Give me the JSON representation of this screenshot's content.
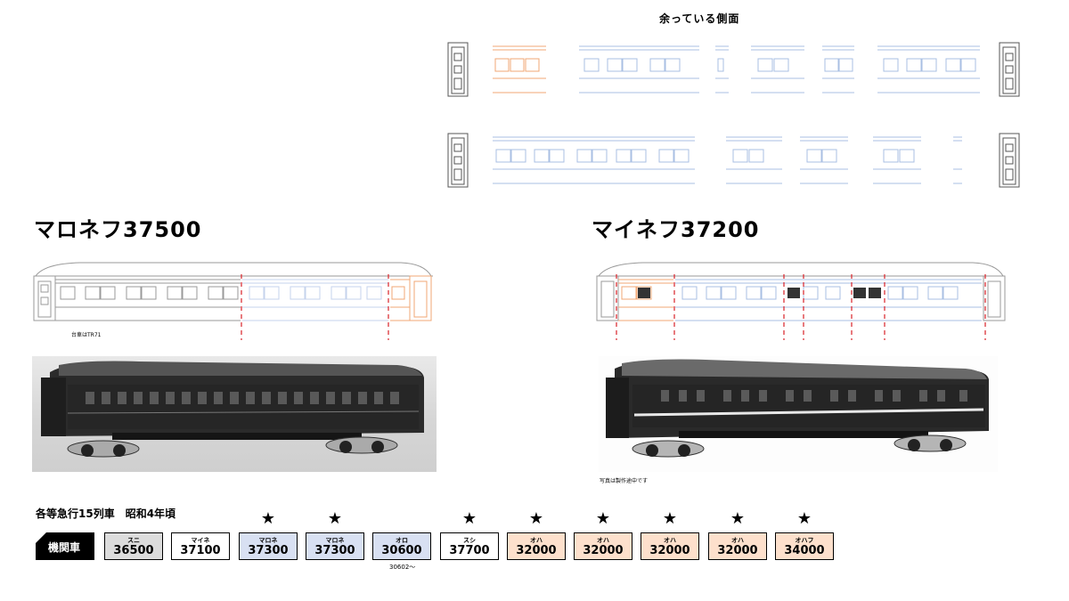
{
  "header": {
    "title": "余っている側面"
  },
  "models": {
    "left": {
      "title": "マロネフ37500",
      "note": "台車はTR71"
    },
    "right": {
      "title": "マイネフ37200",
      "note": "写真は製作途中です"
    }
  },
  "train": {
    "label": "各等急行15列車　昭和4年頃",
    "loco_label": "機関車",
    "cars": [
      {
        "type": "スニ",
        "number": "36500",
        "color": "#dcdcdc",
        "starred": false
      },
      {
        "type": "マイネ",
        "number": "37100",
        "color": "#ffffff",
        "starred": false
      },
      {
        "type": "マロネ",
        "number": "37300",
        "color": "#d8e0f2",
        "starred": true
      },
      {
        "type": "マロネ",
        "number": "37300",
        "color": "#d8e0f2",
        "starred": true
      },
      {
        "type": "オロ",
        "number": "30600",
        "color": "#d8e0f2",
        "starred": false
      },
      {
        "type": "スシ",
        "number": "37700",
        "color": "#ffffff",
        "starred": true
      },
      {
        "type": "オハ",
        "number": "32000",
        "color": "#fde0cc",
        "starred": true
      },
      {
        "type": "オハ",
        "number": "32000",
        "color": "#fde0cc",
        "starred": true
      },
      {
        "type": "オハ",
        "number": "32000",
        "color": "#fde0cc",
        "starred": true
      },
      {
        "type": "オハ",
        "number": "32000",
        "color": "#fde0cc",
        "starred": true
      },
      {
        "type": "オハフ",
        "number": "34000",
        "color": "#fde0cc",
        "starred": true
      }
    ],
    "star_symbol": "★",
    "sub_note": "30602〜"
  },
  "colors": {
    "blue_line": "#a9bfe3",
    "orange_line": "#f0a774",
    "red_cut": "#d9232a",
    "gray_line": "#9a9a9a"
  }
}
